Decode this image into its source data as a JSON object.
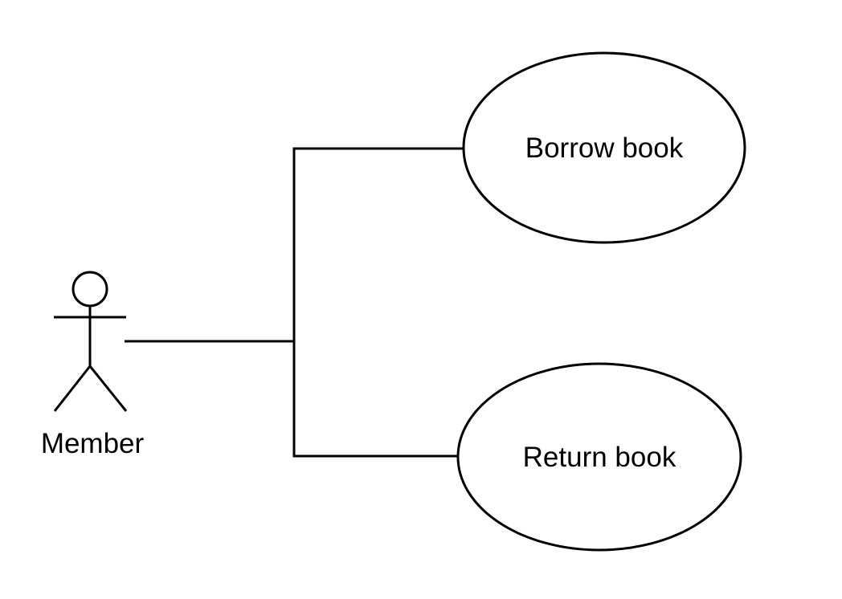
{
  "diagram": {
    "type": "uml-use-case-diagram",
    "background_color": "#ffffff",
    "stroke_color": "#000000",
    "text_color": "#000000",
    "actor": {
      "label": "Member"
    },
    "use_cases": [
      {
        "label": "Borrow book"
      },
      {
        "label": "Return book"
      }
    ],
    "associations": [
      {
        "from": "Member",
        "to": "Borrow book"
      },
      {
        "from": "Member",
        "to": "Return book"
      }
    ]
  }
}
